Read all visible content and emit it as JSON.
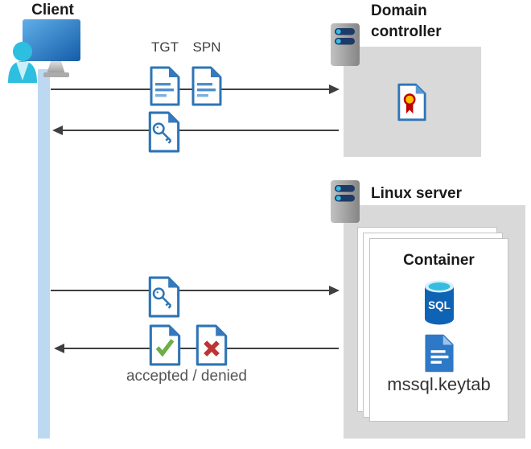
{
  "client": {
    "label": "Client"
  },
  "domain_controller": {
    "label": "Domain controller"
  },
  "linux_server": {
    "label": "Linux server"
  },
  "container": {
    "label": "Container",
    "sql_icon_label": "SQL",
    "keytab_label": "mssql.keytab"
  },
  "messages": {
    "tgt_label": "TGT",
    "spn_label": "SPN",
    "accepted_denied_label": "accepted / denied"
  },
  "icons": {
    "client": "monitor-user-icon",
    "servers": "server-rack-icon",
    "tickets": "document-ticket-icon",
    "key_ticket": "key-document-icon",
    "accepted": "check-document-icon",
    "denied": "cross-document-icon",
    "certificate": "certificate-document-icon",
    "database": "sql-database-icon",
    "keytab": "keytab-file-icon"
  },
  "colors": {
    "doc_border_blue": "#2e75b6",
    "doc_line_blue": "#4d8fd1",
    "fold_blue": "#3779be",
    "lifeline_blue": "#bdd9f2",
    "zone_gray": "#d9d9d9",
    "arrow_gray": "#3f3f3f",
    "accepted_green": "#6fae46",
    "denied_red": "#be3434",
    "sql_blue": "#0f63b5",
    "sql_cyan": "#35bce0",
    "ribbon_yellow": "#ffc000",
    "ribbon_red": "#c00000",
    "server_bar_navy": "#1e3a66",
    "server_dot_cyan": "#33bce8",
    "person_cyan": "#2ebedf",
    "monitor_blue_dark": "#155ca9"
  }
}
